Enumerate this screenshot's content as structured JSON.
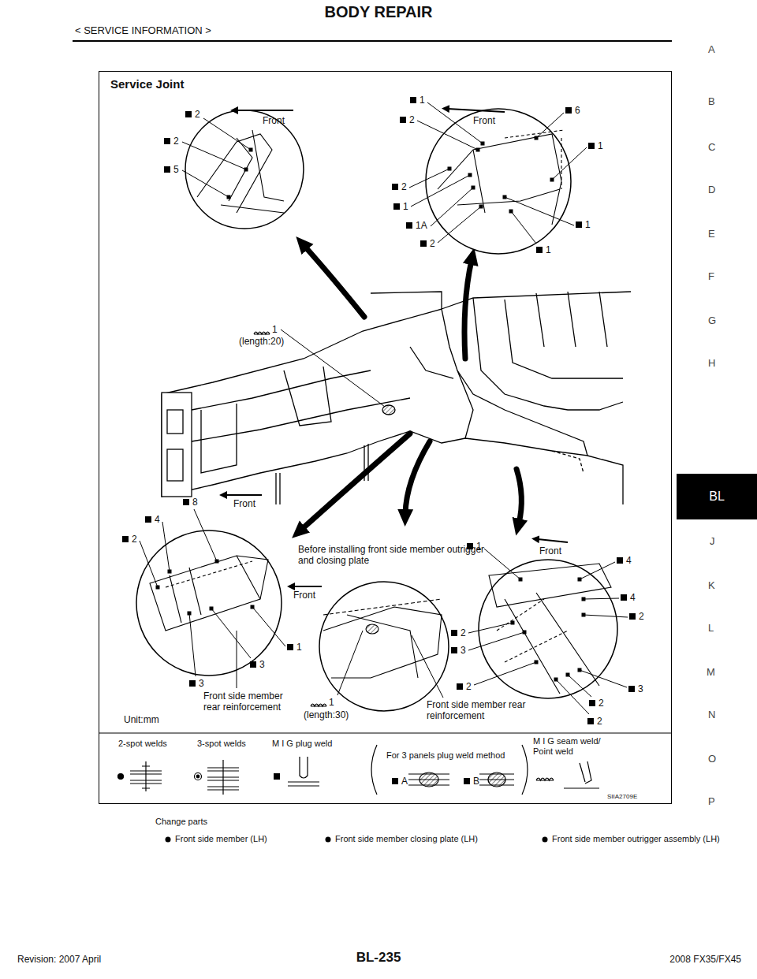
{
  "diagram": {
    "title": "BODY REPAIR",
    "nodes": [
      {
        "text": [
          "Service Joint"
        ]
      },
      {
        "text": [
          "BL"
        ]
      }
    ],
    "labels": [
      "< SERVICE INFORMATION >",
      "A",
      "B",
      "C",
      "D",
      "E",
      "F",
      "G",
      "H",
      "J",
      "K",
      "L",
      "M",
      "N",
      "O",
      "P",
      "Front",
      "2",
      "2",
      "5",
      "1",
      "2",
      "Front",
      "6",
      "1",
      "2",
      "1",
      "1A",
      "2",
      "1",
      "1",
      "1",
      "(length:20)",
      "8",
      "Front",
      "4",
      "2",
      "1",
      "3",
      "3",
      "Front side member rear reinforcement",
      "Before installing front side member outrigger and closing plate",
      "Front",
      "1",
      "(length:30)",
      "Front side member rear reinforcement",
      "1",
      "Front",
      "4",
      "4",
      "2",
      "2",
      "3",
      "2",
      "3",
      "2",
      "2",
      "Unit:mm",
      "A",
      "B",
      "SIIA2709E",
      "Change parts",
      "Front side member (LH)",
      "Front side member closing plate (LH)",
      "Front side member outrigger assembly (LH)",
      "Revision: 2007 April",
      "BL-235",
      "2008 FX35/FX45"
    ],
    "legend": [
      {
        "text": "2-spot welds"
      },
      {
        "text": "3-spot welds"
      },
      {
        "text": "M I G plug weld"
      },
      {
        "text": "For 3 panels plug weld method"
      },
      {
        "text": "M I G seam weld/ Point weld"
      }
    ]
  }
}
